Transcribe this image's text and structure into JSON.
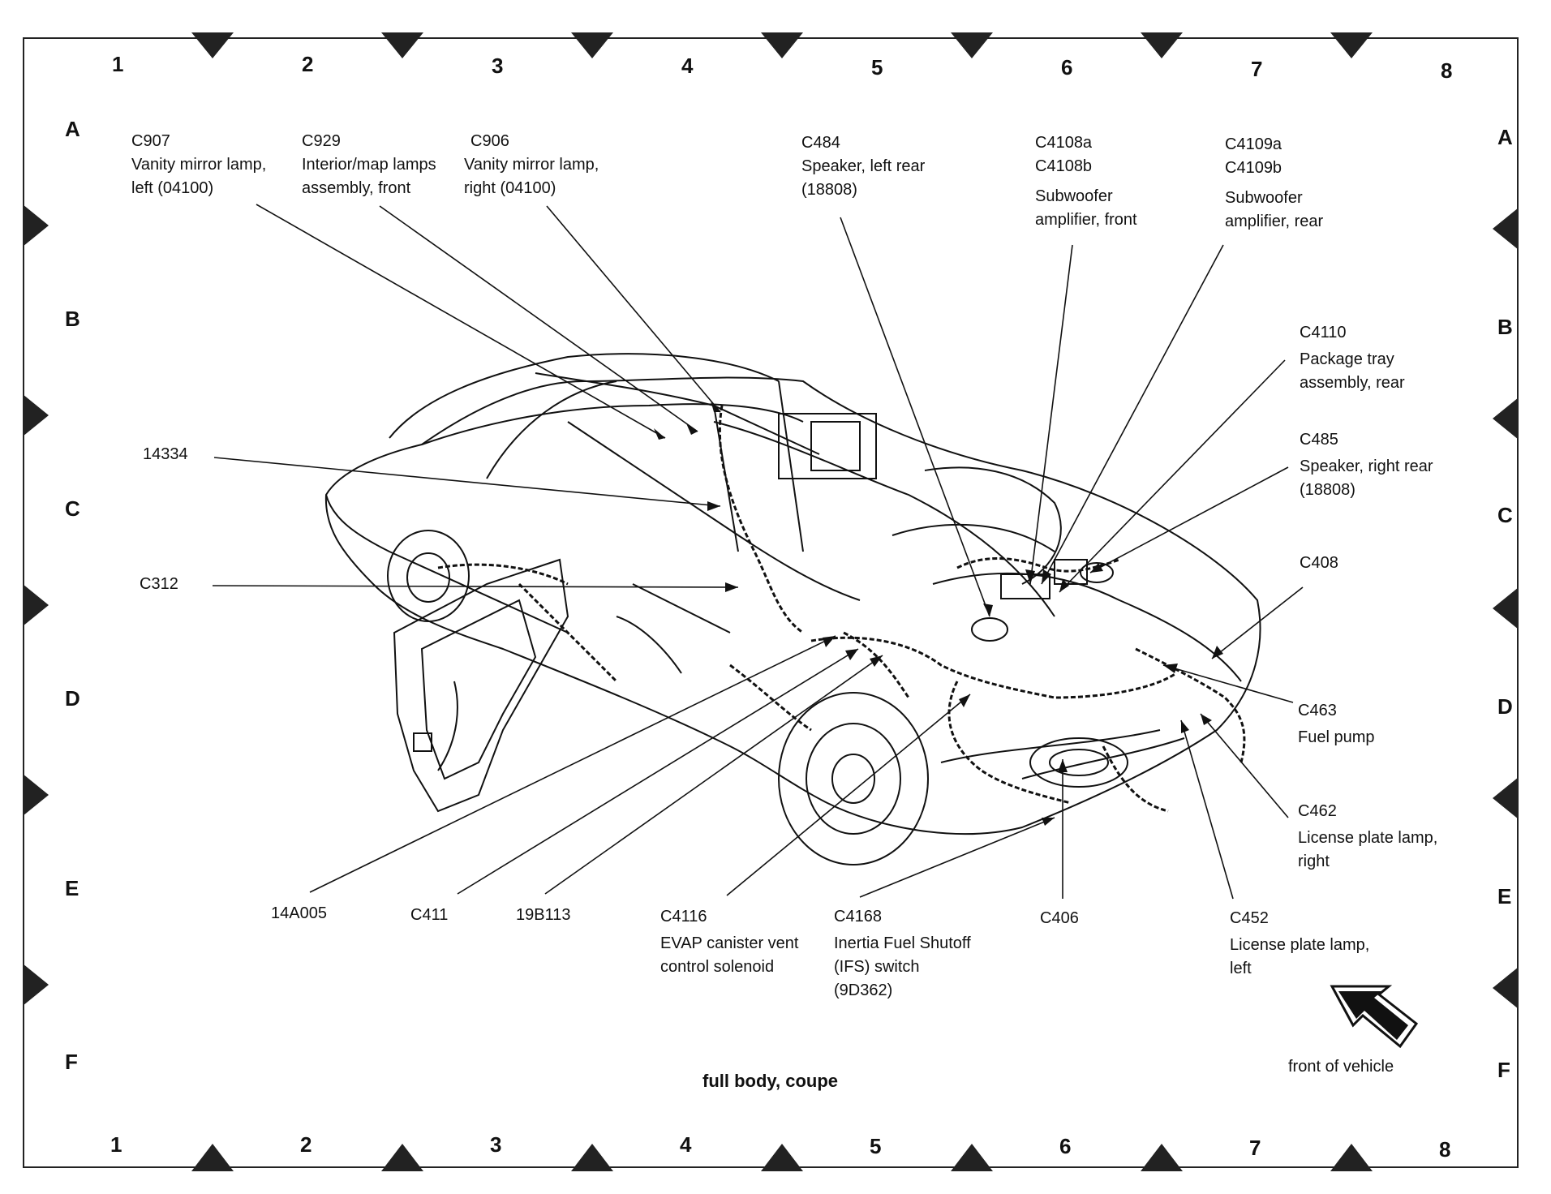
{
  "grid": {
    "columns": [
      "1",
      "2",
      "3",
      "4",
      "5",
      "6",
      "7",
      "8"
    ],
    "rows": [
      "A",
      "B",
      "C",
      "D",
      "E",
      "F"
    ]
  },
  "callouts": {
    "c907": {
      "code": "C907",
      "lines": [
        "Vanity mirror lamp,",
        "left (04100)"
      ]
    },
    "c929": {
      "code": "C929",
      "lines": [
        "Interior/map lamps",
        "assembly, front"
      ]
    },
    "c906": {
      "code": "C906",
      "lines": [
        "Vanity mirror lamp,",
        "right (04100)"
      ]
    },
    "c484": {
      "code": "C484",
      "lines": [
        "Speaker, left rear",
        "(18808)"
      ]
    },
    "c4108": {
      "code": "C4108a",
      "code2": "C4108b",
      "lines": [
        "Subwoofer",
        "amplifier, front"
      ]
    },
    "c4109": {
      "code": "C4109a",
      "code2": "C4109b",
      "lines": [
        "Subwoofer",
        "amplifier, rear"
      ]
    },
    "c4110": {
      "code": "C4110",
      "lines": [
        "Package tray",
        "assembly, rear"
      ]
    },
    "c485": {
      "code": "C485",
      "lines": [
        "Speaker, right rear",
        "(18808)"
      ]
    },
    "c408": {
      "code": "C408"
    },
    "c463": {
      "code": "C463",
      "lines": [
        "Fuel pump"
      ]
    },
    "c462": {
      "code": "C462",
      "lines": [
        "License plate lamp,",
        "right"
      ]
    },
    "c452": {
      "code": "C452",
      "lines": [
        "License plate lamp,",
        "left"
      ]
    },
    "c406": {
      "code": "C406"
    },
    "c4168": {
      "code": "C4168",
      "lines": [
        "Inertia Fuel Shutoff",
        "(IFS) switch",
        "(9D362)"
      ]
    },
    "c4116": {
      "code": "C4116",
      "lines": [
        "EVAP canister vent",
        "control solenoid"
      ]
    },
    "h19b113": {
      "code": "19B113"
    },
    "c411": {
      "code": "C411"
    },
    "h14a005": {
      "code": "14A005"
    },
    "h14334": {
      "code": "14334"
    },
    "c312": {
      "code": "C312"
    }
  },
  "caption": "full body, coupe",
  "front_label": "front of vehicle",
  "colors": {
    "line": "#111111",
    "background": "#ffffff"
  },
  "icons": {
    "direction": "arrow-icon",
    "vehicle": "vehicle-illustration"
  }
}
